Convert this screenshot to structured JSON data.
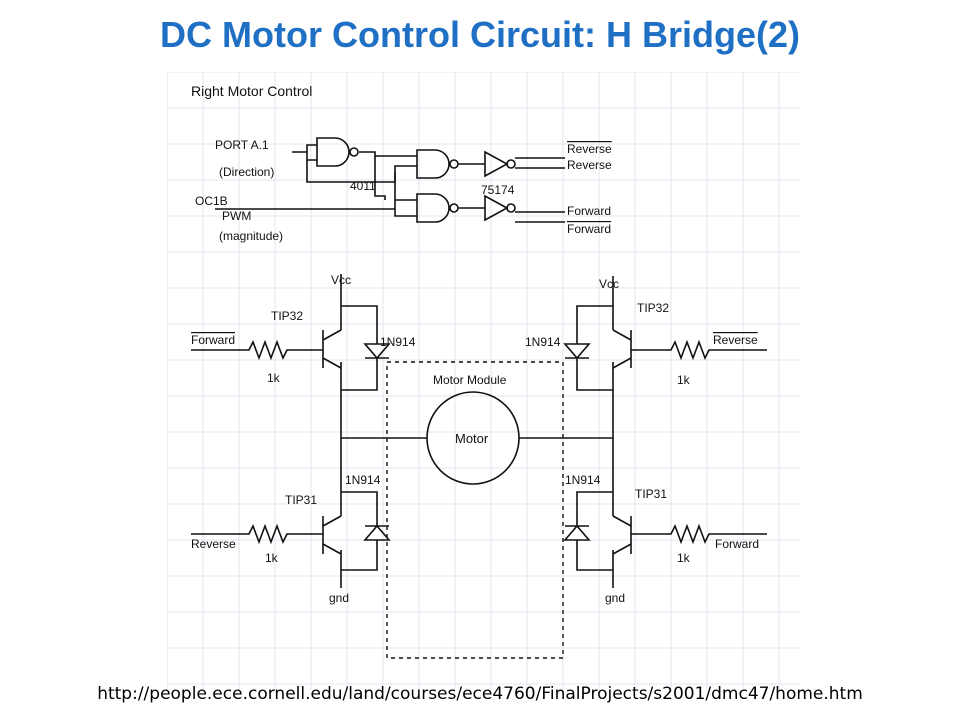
{
  "slide": {
    "title": "DC Motor Control Circuit: H Bridge(2)",
    "source_url": "http://people.ece.cornell.edu/land/courses/ece4760/FinalProjects/s2001/dmc47/home.htm"
  },
  "diagram": {
    "heading": "Right Motor Control",
    "logic": {
      "port_label": "PORT A.1",
      "direction_label": "(Direction)",
      "oc_label": "OC1B",
      "pwm_label": "PWM",
      "magnitude_label": "(magnitude)",
      "gate_chip": "4011",
      "driver_chip": "75174",
      "out_reverse_bar": "Reverse",
      "out_reverse": "Reverse",
      "out_forward": "Forward",
      "out_forward_bar": "Forward"
    },
    "bridge": {
      "vcc_left": "Vcc",
      "vcc_right": "Vcc",
      "tip32_left": "TIP32",
      "tip32_right": "TIP32",
      "tip31_left": "TIP31",
      "tip31_right": "TIP31",
      "diode_top_left": "1N914",
      "diode_top_right": "1N914",
      "diode_bot_left": "1N914",
      "diode_bot_right": "1N914",
      "in_forward_bar_left": "Forward",
      "in_reverse_bar_right": "Reverse",
      "in_reverse_left": "Reverse",
      "in_forward_right": "Forward",
      "r_tl": "1k",
      "r_tr": "1k",
      "r_bl": "1k",
      "r_br": "1k",
      "gnd_left": "gnd",
      "gnd_right": "gnd",
      "module_label": "Motor Module",
      "motor_label": "Motor"
    }
  },
  "colors": {
    "title": "#1f6fc5",
    "grid": "#dfe6ee",
    "ink": "#111111"
  }
}
